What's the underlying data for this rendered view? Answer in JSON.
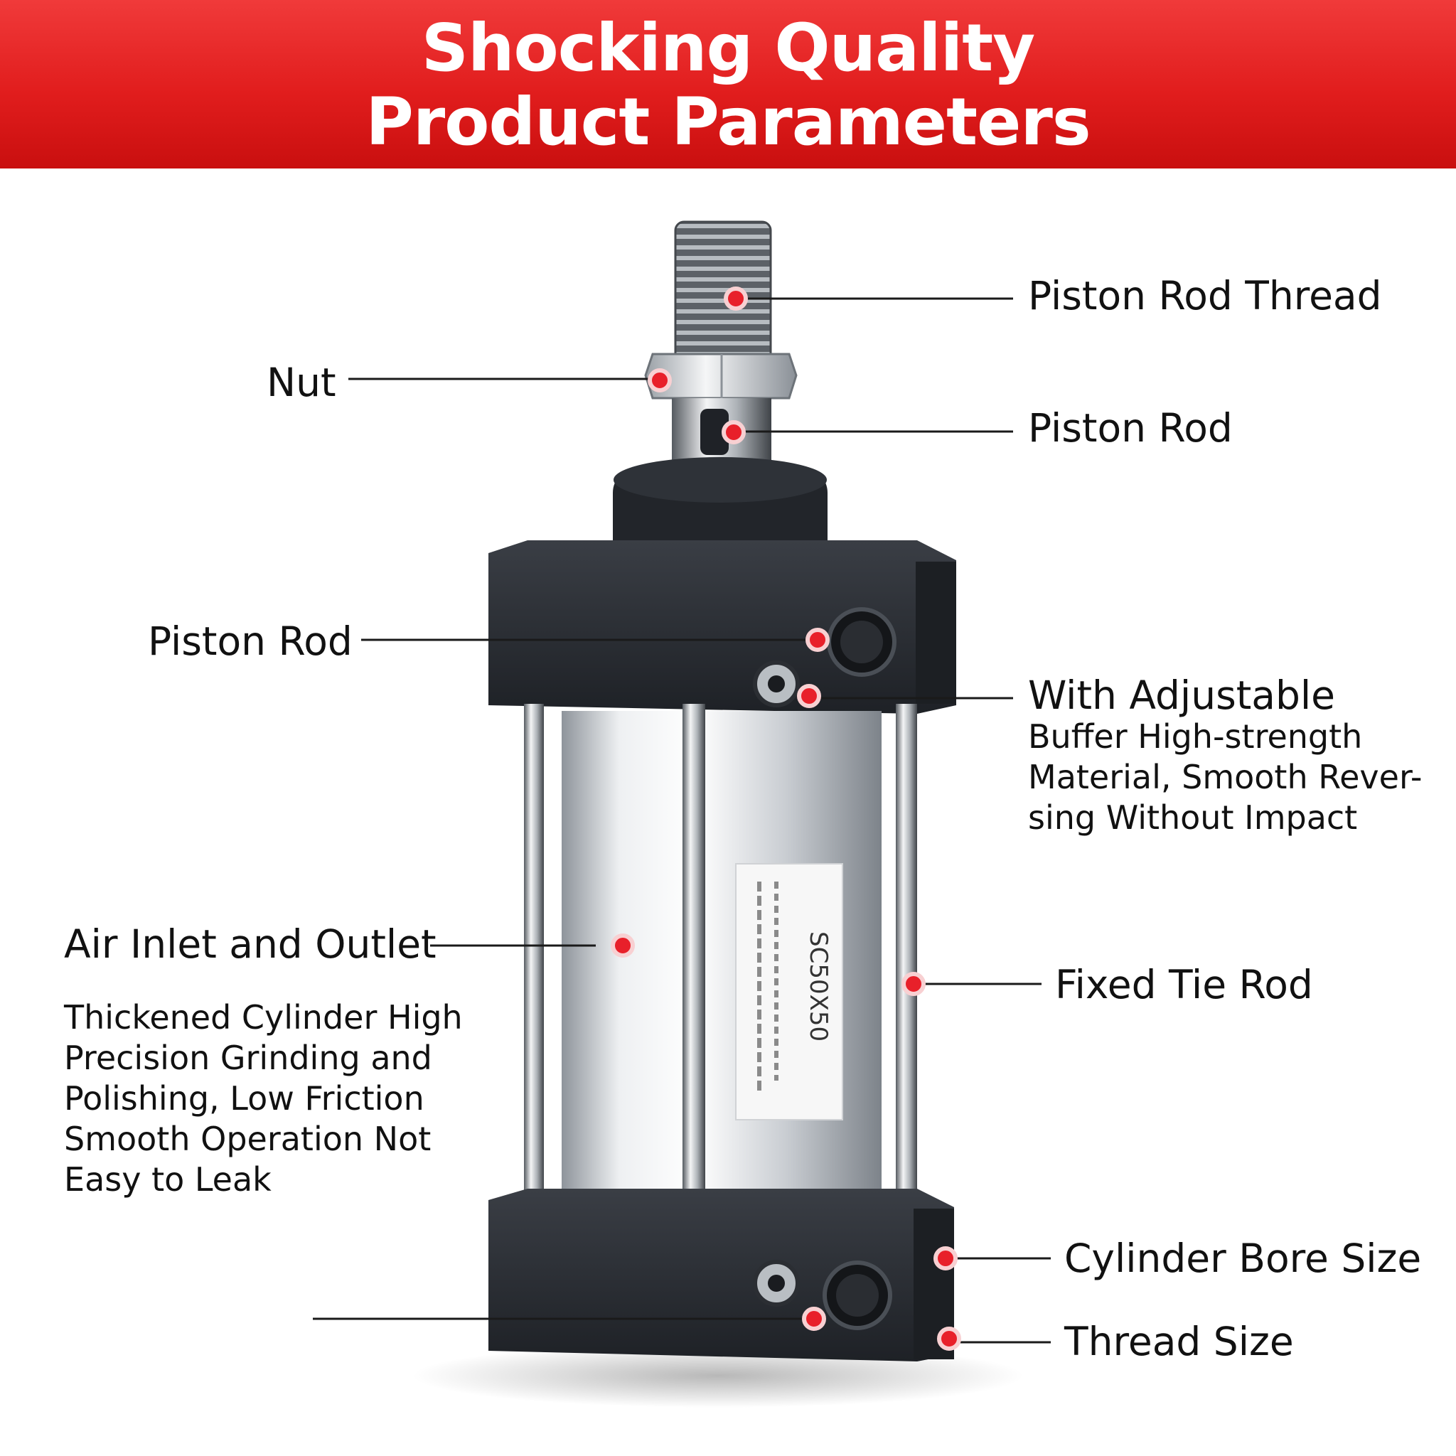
{
  "header": {
    "title_line1": "Shocking Quality",
    "title_line2": "Product Parameters",
    "background_color": "#e11d1d",
    "text_color": "#ffffff"
  },
  "product": {
    "label_text": "SC50X50",
    "marker_color": "#e8202a",
    "body_color": "#2a2d33",
    "tube_color": "#d6d9dd"
  },
  "callouts": {
    "piston_rod_thread": "Piston Rod Thread",
    "nut": "Nut",
    "piston_rod_top": "Piston Rod",
    "piston_rod_left": "Piston Rod",
    "adjustable_buffer_title": "With Adjustable",
    "adjustable_buffer_desc": "Buffer High-strength\nMaterial, Smooth Rever-\nsing Without Impact",
    "air_inlet_outlet": "Air Inlet and Outlet",
    "thickened_cylinder_desc": "Thickened Cylinder High\nPrecision Grinding and\nPolishing, Low Friction\nSmooth Operation Not\nEasy to Leak",
    "fixed_tie_rod": "Fixed Tie Rod",
    "cylinder_bore_size": "Cylinder Bore Size",
    "thread_size": "Thread Size"
  }
}
